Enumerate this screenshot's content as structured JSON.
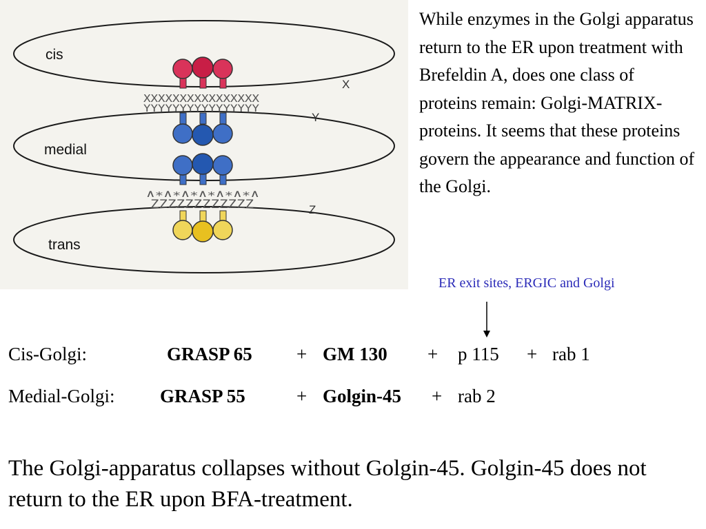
{
  "figure": {
    "labels": {
      "cis": "cis",
      "medial": "medial",
      "trans": "trans"
    },
    "letters": {
      "x": "X",
      "y": "Y",
      "z": "Z"
    },
    "glyph_rows": {
      "x_row": "XXXXXXXXXXXXXXXX",
      "y_row": "YYYYYYYYYYYYYYYY",
      "star_row": "∧∗∧∗∧∗∧∗∧∗∧∗∧",
      "z_row": "ZZZZZZZZZZZZ"
    },
    "colors": {
      "cis": "#d9335a",
      "medial": "#3f6fc6",
      "medial_dark": "#2458b0",
      "trans": "#f0d65a",
      "trans_dark": "#e8c020"
    }
  },
  "side_text": "While enzymes in the Golgi apparatus return to the ER upon treatment with Brefeldin A, does one class of proteins remain: Golgi-MATRIX-proteins. It seems that these proteins govern the appearance and function of the Golgi.",
  "caption": "ER exit sites, ERGIC and Golgi",
  "rows": {
    "cis": {
      "label": "Cis-Golgi:",
      "p1": "GRASP 65",
      "plus1": "+",
      "p2": "GM 130",
      "plus2": "+",
      "p3": "p 115",
      "plus3": "+",
      "p4": "rab 1"
    },
    "medial": {
      "label": "Medial-Golgi:",
      "p1": "GRASP 55",
      "plus1": "+",
      "p2": "Golgin-45",
      "plus2": "+",
      "p3": "rab 2"
    }
  },
  "conclusion": "The Golgi-apparatus collapses without Golgin-45. Golgin-45 does not return to the ER upon BFA-treatment."
}
